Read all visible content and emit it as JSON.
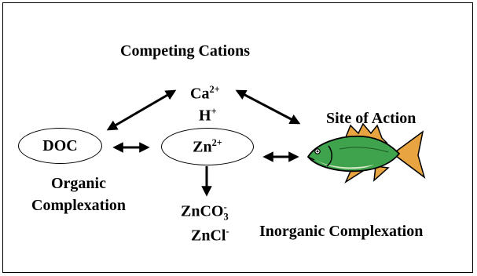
{
  "title": "Competing Cations",
  "cations": {
    "ca_base": "Ca",
    "ca_sup": "2+",
    "h_base": "H",
    "h_sup": "+"
  },
  "doc": {
    "label": "DOC",
    "caption_line1": "Organic",
    "caption_line2": "Complexation"
  },
  "zn": {
    "base": "Zn",
    "sup": "2+"
  },
  "inorganic": {
    "znco3_base": "ZnCO",
    "znco3_sub": "3",
    "znco3_sup": "-",
    "zncl_base": "ZnCl",
    "zncl_sup": "-",
    "caption": "Inorganic Complexation"
  },
  "site": {
    "label": "Site of Action"
  },
  "colors": {
    "fish_body": "#3fa34d",
    "fish_fin": "#e8a440",
    "fish_belly": "#d8e8c8"
  }
}
